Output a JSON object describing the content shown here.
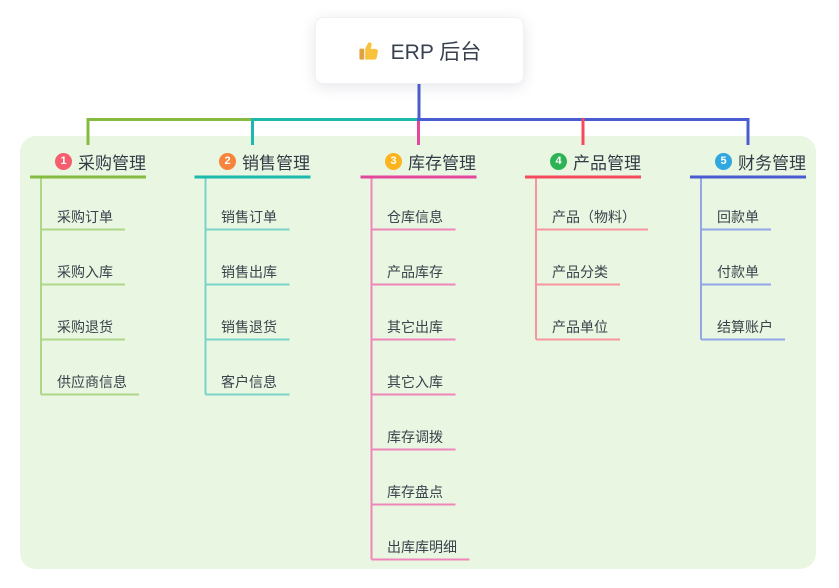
{
  "root": {
    "label": "ERP 后台",
    "icon": "thumbs-up",
    "card_bg": "#ffffff",
    "text_color": "#39414f"
  },
  "canvas": {
    "page_bg": "#ffffff",
    "panel_bg": "#e9f6e1"
  },
  "connector": {
    "root_color": "#4a5cd0"
  },
  "branches": [
    {
      "num": "1",
      "label": "采购管理",
      "badge_color": "#f65e70",
      "color": "#85bb40",
      "light_color": "#afd789",
      "children": [
        "采购订单",
        "采购入库",
        "采购退货",
        "供应商信息"
      ]
    },
    {
      "num": "2",
      "label": "销售管理",
      "badge_color": "#f8833d",
      "color": "#1cb9ac",
      "light_color": "#7ad2c9",
      "children": [
        "销售订单",
        "销售出库",
        "销售退货",
        "客户信息"
      ]
    },
    {
      "num": "3",
      "label": "库存管理",
      "badge_color": "#fbb41e",
      "color": "#e2489b",
      "light_color": "#ef86bb",
      "children": [
        "仓库信息",
        "产品库存",
        "其它出库",
        "其它入库",
        "库存调拨",
        "库存盘点",
        "出库库明细"
      ]
    },
    {
      "num": "4",
      "label": "产品管理",
      "badge_color": "#2db355",
      "color": "#f5495d",
      "light_color": "#f8959f",
      "children": [
        "产品（物料）",
        "产品分类",
        "产品单位"
      ]
    },
    {
      "num": "5",
      "label": "财务管理",
      "badge_color": "#2fa7e0",
      "color": "#4a5cd0",
      "light_color": "#93a7e6",
      "children": [
        "回款单",
        "付款单",
        "结算账户"
      ]
    }
  ]
}
